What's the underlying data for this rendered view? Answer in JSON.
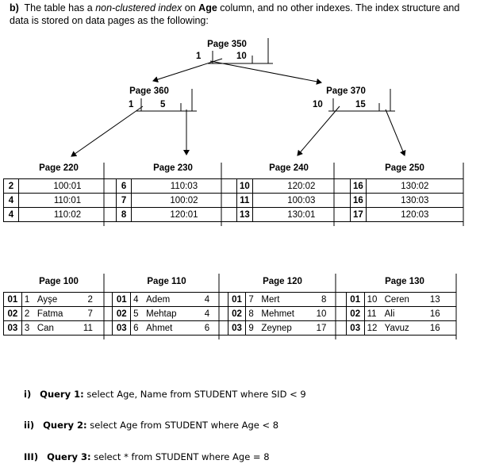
{
  "intro": {
    "label": "b)",
    "text1": "The table has a ",
    "italic": "non-clustered index",
    "text2": " on ",
    "bold": "Age",
    "text3": " column, and no other indexes. The index structure and data is stored on data pages as the following:"
  },
  "index": {
    "root": {
      "page": "Page 350",
      "left_key": "1",
      "right_key": "10"
    },
    "left": {
      "page": "Page 360",
      "left_key": "1",
      "right_key": "5"
    },
    "right": {
      "page": "Page 370",
      "left_key": "10",
      "right_key": "15"
    }
  },
  "leaf_pages": [
    {
      "page": "Page 220",
      "rows": [
        {
          "key": "2",
          "rid": "100:01"
        },
        {
          "key": "4",
          "rid": "110:01"
        },
        {
          "key": "4",
          "rid": "110:02"
        }
      ]
    },
    {
      "page": "Page 230",
      "rows": [
        {
          "key": "6",
          "rid": "110:03"
        },
        {
          "key": "7",
          "rid": "100:02"
        },
        {
          "key": "8",
          "rid": "120:01"
        }
      ]
    },
    {
      "page": "Page 240",
      "rows": [
        {
          "key": "10",
          "rid": "120:02"
        },
        {
          "key": "11",
          "rid": "100:03"
        },
        {
          "key": "13",
          "rid": "130:01"
        }
      ]
    },
    {
      "page": "Page 250",
      "rows": [
        {
          "key": "16",
          "rid": "130:02"
        },
        {
          "key": "16",
          "rid": "130:03"
        },
        {
          "key": "17",
          "rid": "120:03"
        }
      ]
    }
  ],
  "data_pages": [
    {
      "page": "Page 100",
      "rows": [
        {
          "slot": "01",
          "sid": "1",
          "name": "Ayşe",
          "age": "2"
        },
        {
          "slot": "02",
          "sid": "2",
          "name": "Fatma",
          "age": "7"
        },
        {
          "slot": "03",
          "sid": "3",
          "name": "Can",
          "age": "11"
        }
      ]
    },
    {
      "page": "Page 110",
      "rows": [
        {
          "slot": "01",
          "sid": "4",
          "name": "Adem",
          "age": "4"
        },
        {
          "slot": "02",
          "sid": "5",
          "name": "Mehtap",
          "age": "4"
        },
        {
          "slot": "03",
          "sid": "6",
          "name": "Ahmet",
          "age": "6"
        }
      ]
    },
    {
      "page": "Page 120",
      "rows": [
        {
          "slot": "01",
          "sid": "7",
          "name": "Mert",
          "age": "8"
        },
        {
          "slot": "02",
          "sid": "8",
          "name": "Mehmet",
          "age": "10"
        },
        {
          "slot": "03",
          "sid": "9",
          "name": "Zeynep",
          "age": "17"
        }
      ]
    },
    {
      "page": "Page 130",
      "rows": [
        {
          "slot": "01",
          "sid": "10",
          "name": "Ceren",
          "age": "13"
        },
        {
          "slot": "02",
          "sid": "11",
          "name": "Ali",
          "age": "16"
        },
        {
          "slot": "03",
          "sid": "12",
          "name": "Yavuz",
          "age": "16"
        }
      ]
    }
  ],
  "queries": [
    {
      "num": "i)",
      "label": "Query 1:",
      "sql": " select Age, Name from STUDENT where SID < 9"
    },
    {
      "num": "ii)",
      "label": "Query 2:",
      "sql": " select Age from STUDENT where Age < 8"
    },
    {
      "num": "III)",
      "label": "Query 3:",
      "sql": " select * from STUDENT where Age = 8"
    }
  ]
}
